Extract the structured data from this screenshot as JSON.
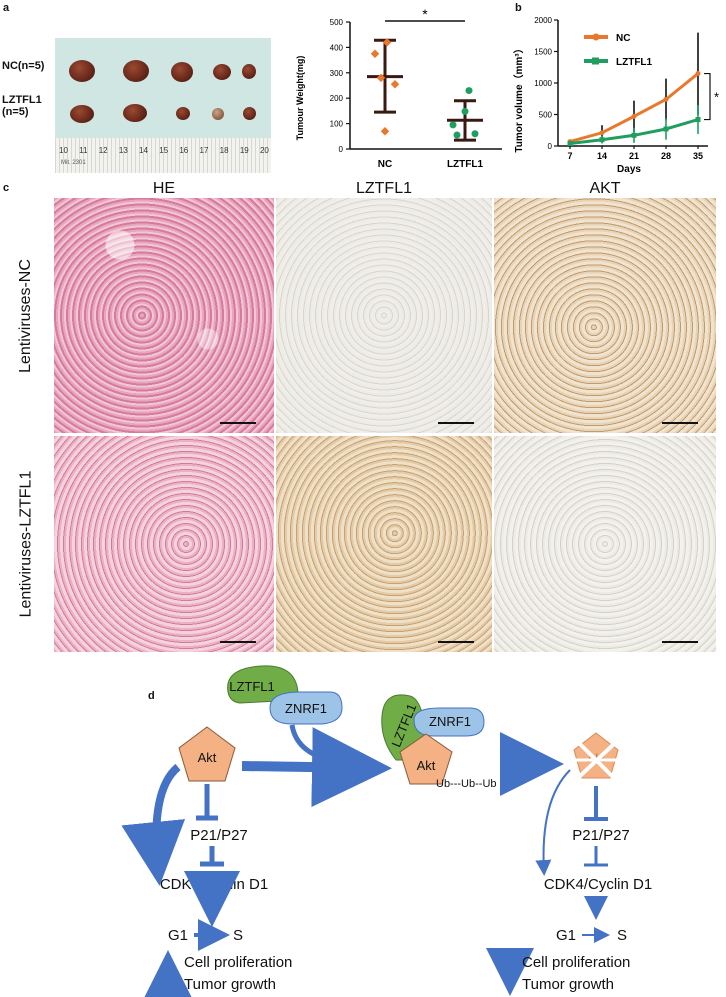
{
  "panels": {
    "a": "a",
    "b": "b",
    "c": "c",
    "d": "d"
  },
  "panel_a_photo": {
    "row1_label": "NC(n=5)",
    "row2_label_line1": "LZTFL1",
    "row2_label_line2": "(n=5)",
    "ruler_numbers": [
      "10",
      "11",
      "12",
      "13",
      "14",
      "15",
      "16",
      "17",
      "18",
      "19",
      "20"
    ],
    "ruler_text": "Mit. 2301"
  },
  "chart_data": [
    {
      "type": "scatter",
      "ylabel": "Tumour Weight(mg)",
      "xlabel": "",
      "categories": [
        "NC",
        "LZTFL1"
      ],
      "ylim": [
        0,
        500
      ],
      "yticks": [
        "0",
        "100",
        "200",
        "300",
        "400",
        "500"
      ],
      "series": [
        {
          "name": "NC",
          "color": "#e8782c",
          "values": [
            420,
            375,
            280,
            255,
            70
          ],
          "mean": 285,
          "sd_low": 145,
          "sd_high": 428
        },
        {
          "name": "LZTFL1",
          "color": "#1f9e5f",
          "values": [
            230,
            148,
            95,
            60,
            55
          ],
          "mean": 113,
          "sd_low": 35,
          "sd_high": 190
        }
      ],
      "significance": "*"
    },
    {
      "type": "line",
      "ylabel": "Tumor volume（mm³）",
      "xlabel": "Days",
      "x": [
        "7",
        "14",
        "21",
        "28",
        "35"
      ],
      "ylim": [
        0,
        2000
      ],
      "yticks": [
        "0",
        "500",
        "1000",
        "1500",
        "2000"
      ],
      "series": [
        {
          "name": "NC",
          "color": "#e8782c",
          "values": [
            70,
            210,
            470,
            740,
            1150
          ],
          "err": [
            20,
            120,
            250,
            330,
            650
          ]
        },
        {
          "name": "LZTFL1",
          "color": "#1f9e5f",
          "values": [
            40,
            100,
            170,
            270,
            420
          ],
          "err": [
            15,
            60,
            120,
            170,
            230
          ]
        }
      ],
      "significance": "*",
      "legend": "top-left"
    }
  ],
  "panel_c": {
    "columns": [
      "HE",
      "LZTFL1",
      "AKT"
    ],
    "rows": [
      "Lentiviruses-NC",
      "Lentiviruses-LZTFL1"
    ]
  },
  "panel_d": {
    "lztfl1": "LZTFL1",
    "znrf1": "ZNRF1",
    "akt": "Akt",
    "ub": "Ub---Ub--Ub",
    "p21": "P21/P27",
    "cdk": "CDK4/Cyclin D1",
    "g1": "G1",
    "s": "S",
    "prolif": "Cell proliferation",
    "growth": "Tumor growth",
    "colors": {
      "akt": "#f4b183",
      "lztfl1": "#70ad47",
      "znrf1": "#9dc3e6",
      "arrow": "#4472c4"
    }
  }
}
